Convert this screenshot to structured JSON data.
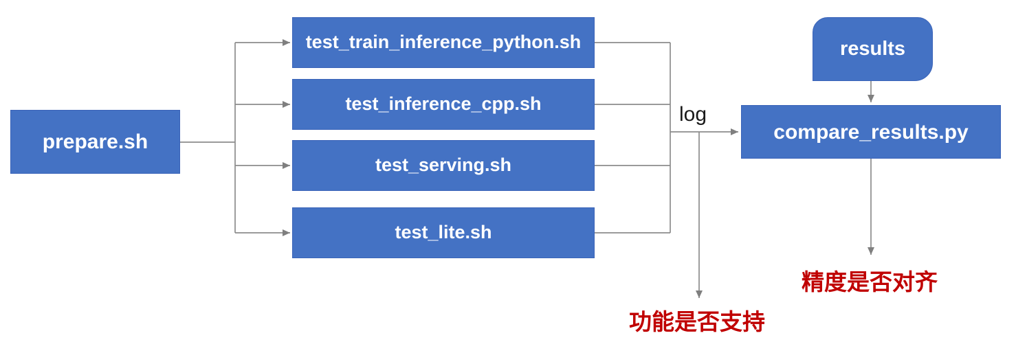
{
  "diagram": {
    "type": "flowchart",
    "colors": {
      "node_fill": "#4472C4",
      "node_border": "#3A63B8",
      "node_text": "#FFFFFF",
      "connector": "#8C8C8C",
      "log_label_color": "#1A1A1A",
      "annotation_color": "#C00000",
      "background": "#FFFFFF"
    },
    "nodes": {
      "prepare": {
        "label": "prepare.sh"
      },
      "tests": [
        {
          "label": "test_train_inference_python.sh"
        },
        {
          "label": "test_inference_cpp.sh"
        },
        {
          "label": "test_serving.sh"
        },
        {
          "label": "test_lite.sh"
        }
      ],
      "compare": {
        "label": "compare_results.py"
      },
      "results": {
        "label": "results"
      }
    },
    "annotations": {
      "log": "log",
      "function_support": "功能是否支持",
      "accuracy_alignment": "精度是否对齐"
    }
  }
}
